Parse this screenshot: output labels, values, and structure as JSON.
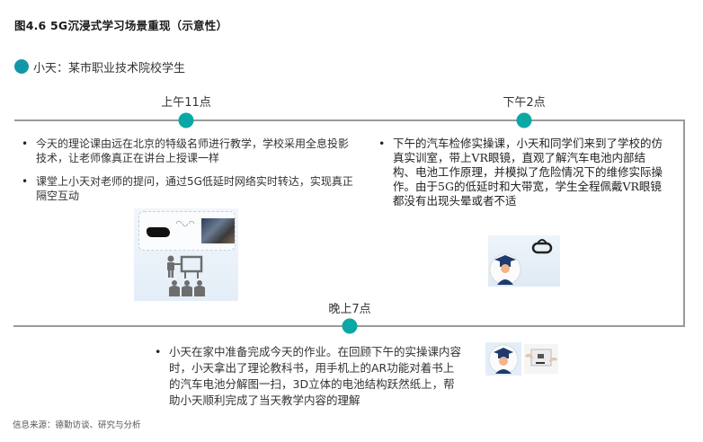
{
  "figure": {
    "title": "图4.6 5G沉浸式学习场景重现（示意性）"
  },
  "person": {
    "label": "小天：某市职业技术院校学生",
    "dot_color": "#1297a8"
  },
  "timeline": {
    "node_color": "#0aa8a5",
    "line_color": "#9a9a9a",
    "events": [
      {
        "time": "上午11点",
        "bullets": [
          "今天的理论课由远在北京的特级名师进行教学，学校采用全息投影技术，让老师像真正在讲台上授课一样",
          "课堂上小天对老师的提问，通过5G低延时网络实时转达，实现真正隔空互动"
        ],
        "illustration": "classroom-hologram-illustration"
      },
      {
        "time": "下午2点",
        "bullets": [
          "下午的汽车检修实操课，小天和同学们来到了学校的仿真实训室，带上VR眼镜，直观了解汽车电池内部结构、电池工作原理，并模拟了危险情况下的维修实际操作。由于5G的低延时和大带宽，学生全程佩戴VR眼镜都没有出现头晕或者不适"
        ],
        "illustration": "student-vr-headset-illustration"
      },
      {
        "time": "晚上7点",
        "bullets": [
          "小天在家中准备完成今天的作业。在回顾下午的实操课内容时，小天拿出了理论教科书，用手机上的AR功能对着书上的汽车电池分解图一扫，3D立体的电池结构跃然纸上，帮助小天顺利完成了当天教学内容的理解"
        ],
        "illustration": "student-ar-book-illustration"
      }
    ]
  },
  "illustration_text": {
    "hologram": "◠◡◠"
  },
  "source": "信息来源：德勤访谈、研究与分析"
}
